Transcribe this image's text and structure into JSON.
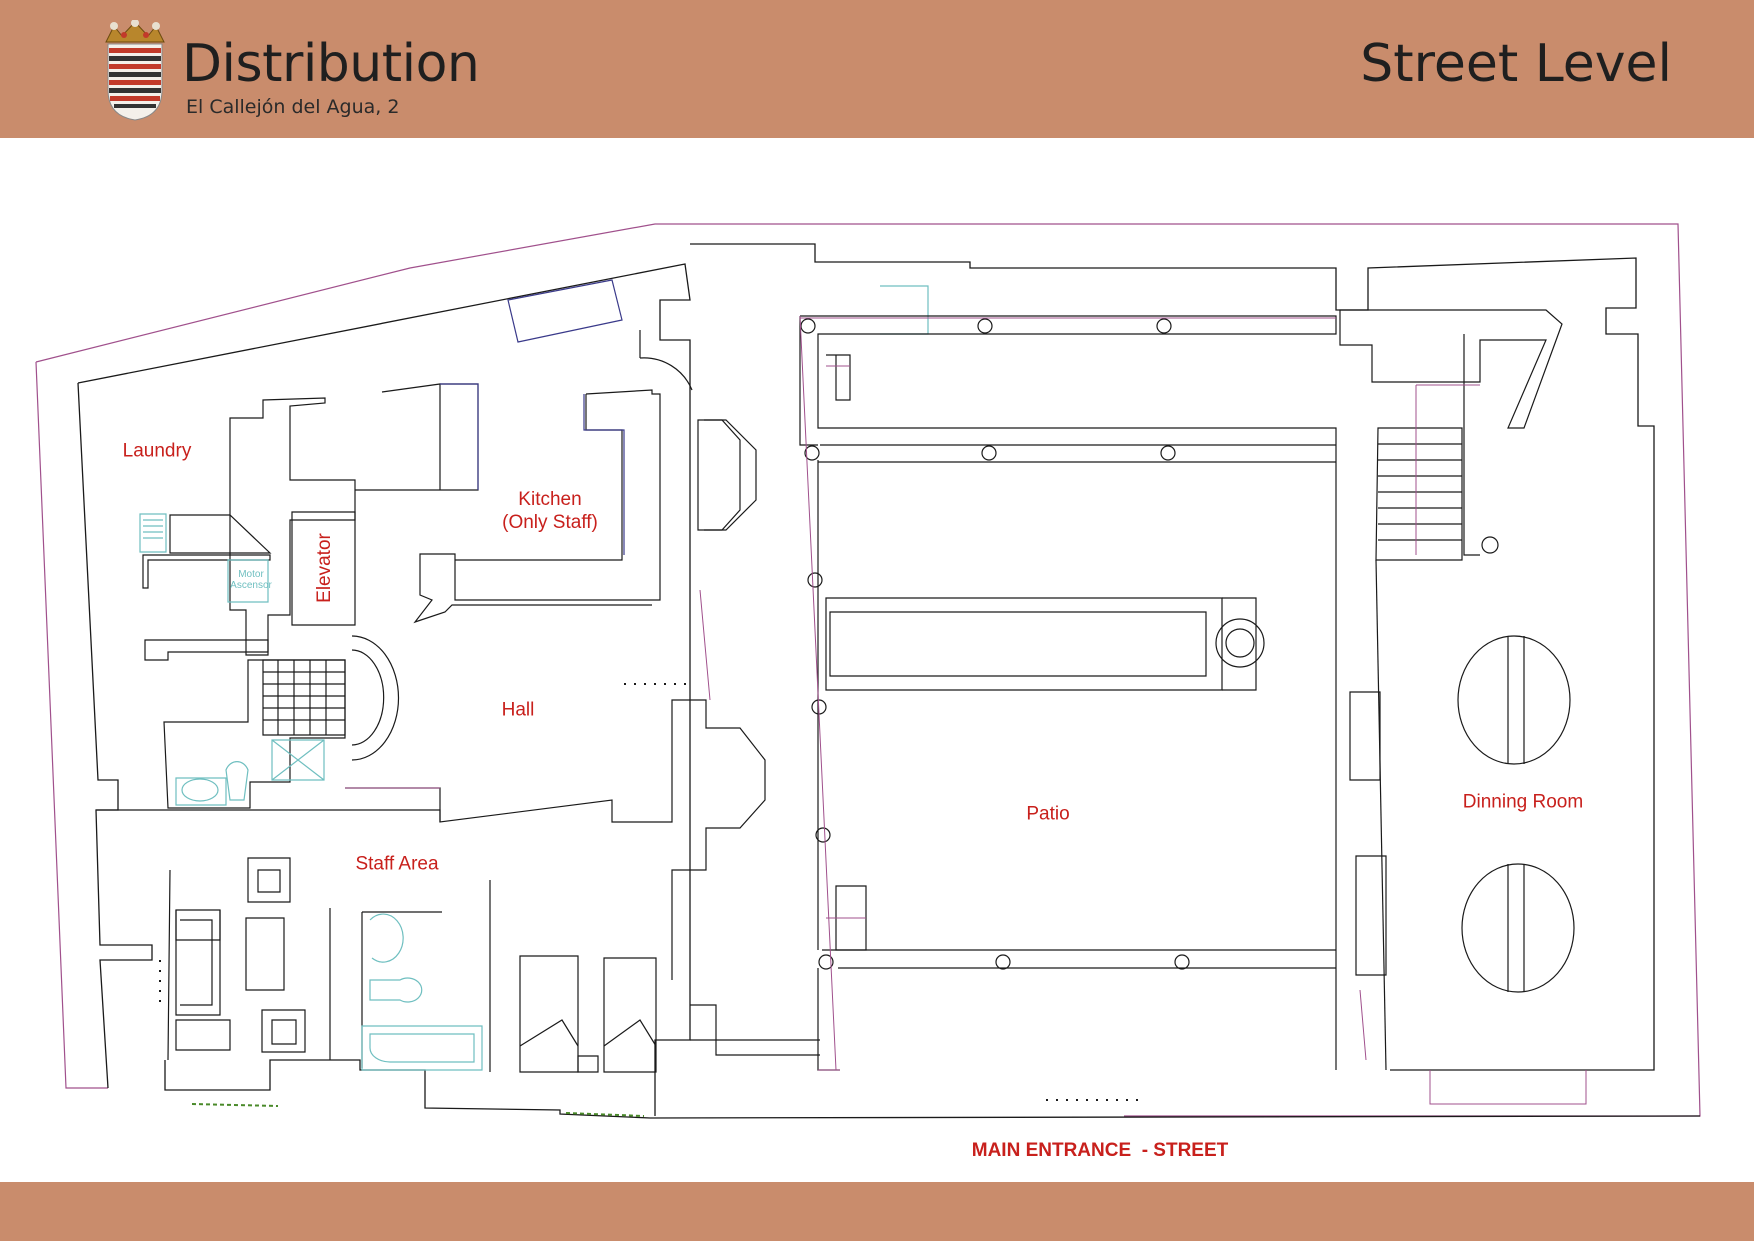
{
  "header": {
    "title": "Distribution",
    "subtitle": "El Callejón del Agua, 2",
    "level": "Street Level"
  },
  "rooms": {
    "laundry": "Laundry",
    "kitchen_line1": "Kitchen",
    "kitchen_line2": "(Only Staff)",
    "elevator": "Elevator",
    "motor_line1": "Motor",
    "motor_line2": "Ascensor",
    "hall": "Hall",
    "staff_area": "Staff Area",
    "patio": "Patio",
    "dinning_room": "Dinning Room"
  },
  "entrance_label": "MAIN ENTRANCE  - STREET",
  "colors": {
    "band": "#c98c6c",
    "room_label": "#c8201c",
    "walls": "#1a1a1a",
    "boundary": "#a0508c",
    "fixtures": "#6fbfc0",
    "windows": "#3a3a8a"
  },
  "icons": {
    "crest": "coat-of-arms-icon"
  }
}
